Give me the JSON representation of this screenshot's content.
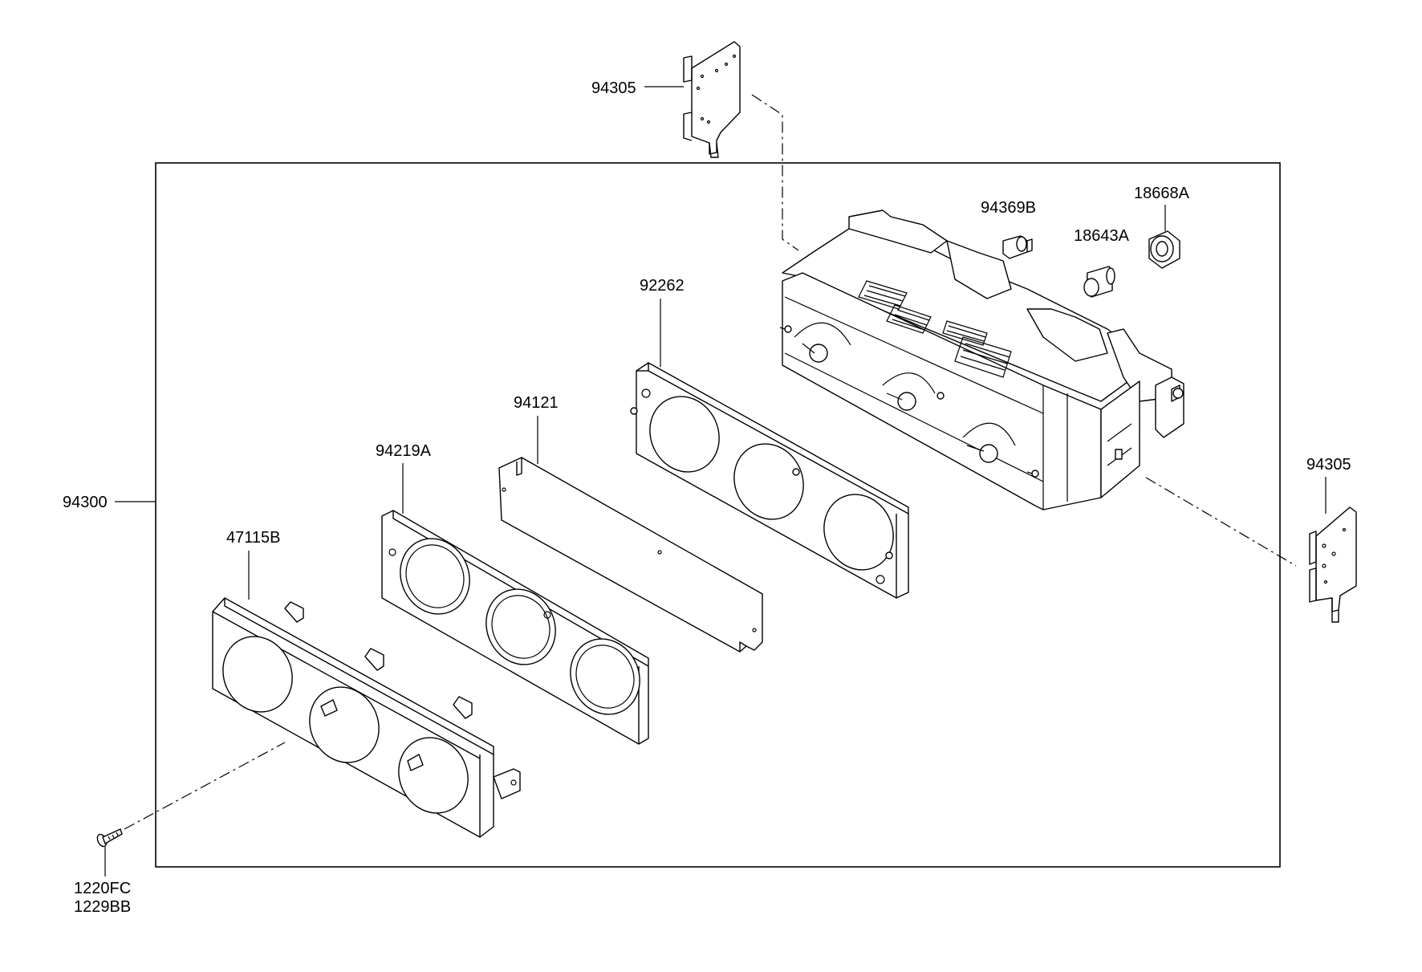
{
  "diagram": {
    "assembly_label": "94300",
    "parts": [
      {
        "id": "94305",
        "label": "94305",
        "name": "bracket-top"
      },
      {
        "id": "94305b",
        "label": "94305",
        "name": "bracket-right"
      },
      {
        "id": "94369B",
        "label": "94369B",
        "name": "bulb-socket"
      },
      {
        "id": "18643A",
        "label": "18643A",
        "name": "bulb"
      },
      {
        "id": "18668A",
        "label": "18668A",
        "name": "knob-socket"
      },
      {
        "id": "92262",
        "label": "92262",
        "name": "rear-panel"
      },
      {
        "id": "94121",
        "label": "94121",
        "name": "plate"
      },
      {
        "id": "94219A",
        "label": "94219A",
        "name": "ring-panel"
      },
      {
        "id": "47115B",
        "label": "47115B",
        "name": "front-bezel"
      }
    ],
    "fastener_labels": [
      "1220FC",
      "1229BB"
    ]
  }
}
